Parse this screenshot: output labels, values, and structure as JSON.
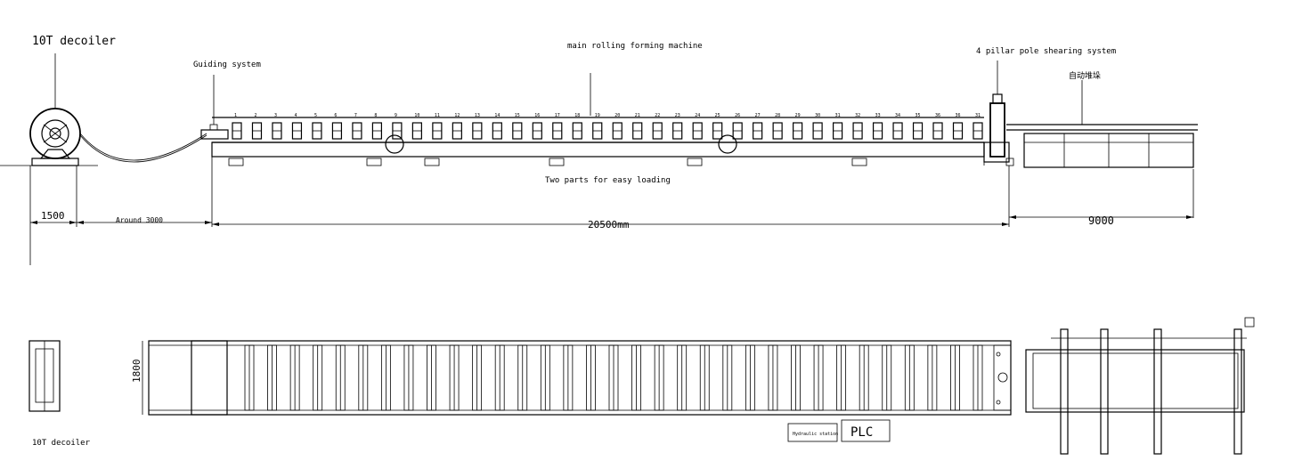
{
  "labels": {
    "decoiler_top": "10T  decoiler",
    "guiding": "Guiding system",
    "main_machine": "main rolling forming machine",
    "shearing": "4 pillar pole shearing system",
    "chinese_note": "自动堆垛",
    "two_parts": "Two parts for easy loading",
    "decoiler_bottom": "10T  decoiler",
    "hydraulic": "Hydraulic station",
    "plc": "PLC"
  },
  "dimensions": {
    "d1500": "1500",
    "d3000": "Around 3000",
    "d20500": "20500mm",
    "d9000": "9000",
    "d1800": "1800"
  },
  "station_numbers": [
    "1",
    "2",
    "3",
    "4",
    "5",
    "6",
    "7",
    "8",
    "9",
    "10",
    "11",
    "12",
    "13",
    "14",
    "15",
    "16",
    "17",
    "18",
    "19",
    "20",
    "21",
    "22",
    "23",
    "24",
    "25",
    "26",
    "27",
    "28",
    "29",
    "30",
    "31",
    "32",
    "33",
    "34",
    "35",
    "36",
    "36",
    "31"
  ]
}
